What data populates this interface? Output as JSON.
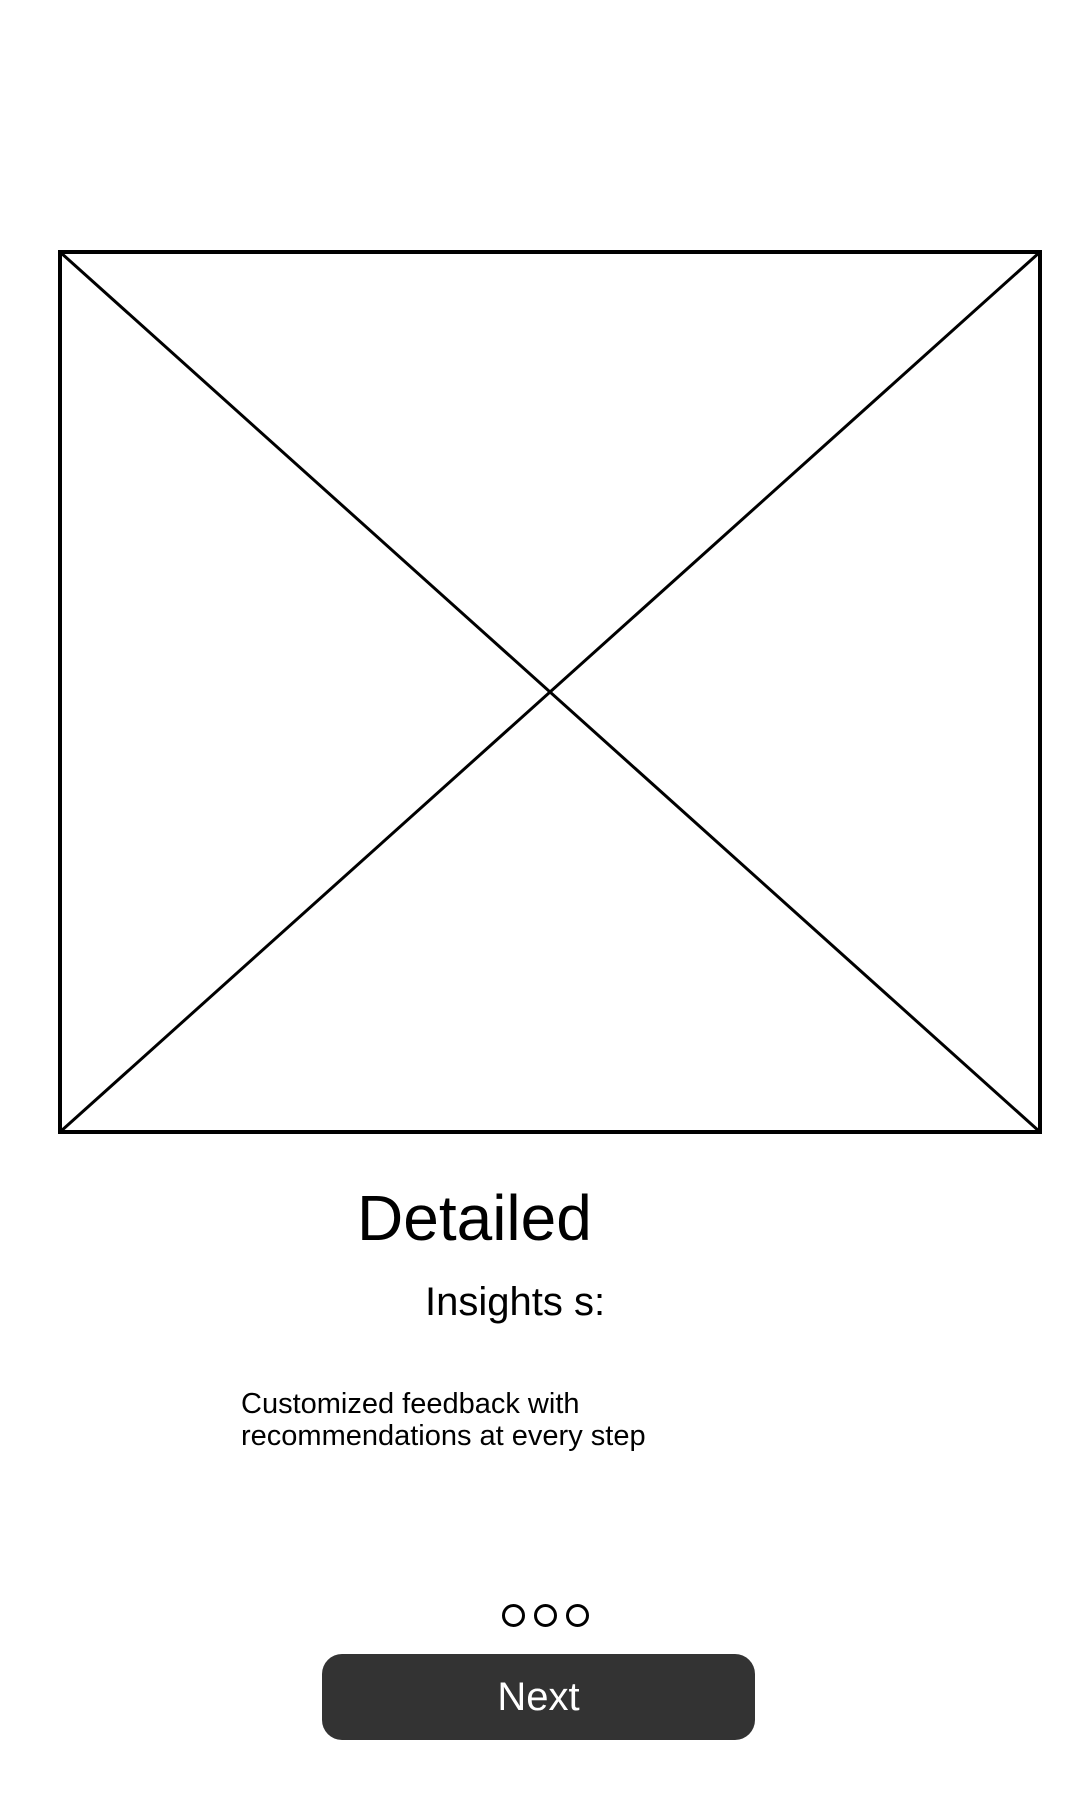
{
  "onboarding": {
    "title": "Detailed",
    "subtitle": "Insights s:",
    "description_line1": "Customized feedback with",
    "description_line2": "recommendations at every step",
    "pager": {
      "total": 3,
      "current": 1
    },
    "next_label": "Next"
  },
  "colors": {
    "button_background": "#333333",
    "button_text": "#ffffff",
    "text": "#000000",
    "background": "#ffffff"
  },
  "icons": {
    "hero": "image-placeholder-icon",
    "pager": "pager-dot-icon"
  }
}
